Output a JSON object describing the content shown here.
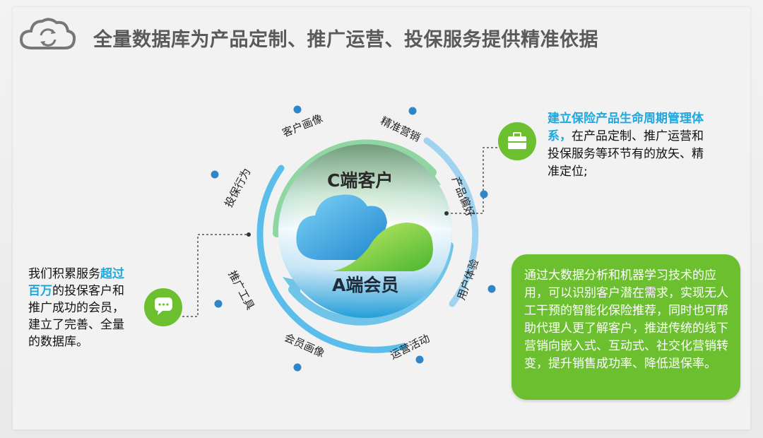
{
  "title": "全量数据库为产品定制、推广运营、投保服务提供精准依据",
  "center": {
    "top_label": "C端客户",
    "bottom_label": "A端会员"
  },
  "ring_labels": [
    "客户画像",
    "精准营销",
    "投保行为",
    "产品偏好",
    "推广工具",
    "用户体验",
    "会员画像",
    "运营活动"
  ],
  "left_note": {
    "prefix": "我们积累服务",
    "highlight": "超过百万",
    "suffix": "的投保客户和推广成功的会员，建立了完善、全量的数据库。"
  },
  "top_right_note": {
    "highlight": "建立保险产品生命周期管理体系，",
    "suffix": "在产品定制、推广运营和投保服务等环节有的放矢、精准定位;"
  },
  "green_note": "通过大数据分析和机器学习技术的应用，可以识别客户潜在需求，实现无人工干预的智能化保险推荐，同时也可帮助代理人更了解客户，推进传统的线下营销向嵌入式、互动式、社交化营销转变，提升销售成功率、降低退保率。",
  "icons": [
    "cloud-refresh-icon",
    "chat-bubble-icon",
    "briefcase-icon",
    "cloud-logo-icon"
  ],
  "colors": {
    "accent_blue": "#1ea8df",
    "dot_blue": "#2f86c7",
    "green": "#6cc02f",
    "light_green_arc": "#8fd6a3",
    "title_gray": "#5a5a5a"
  }
}
